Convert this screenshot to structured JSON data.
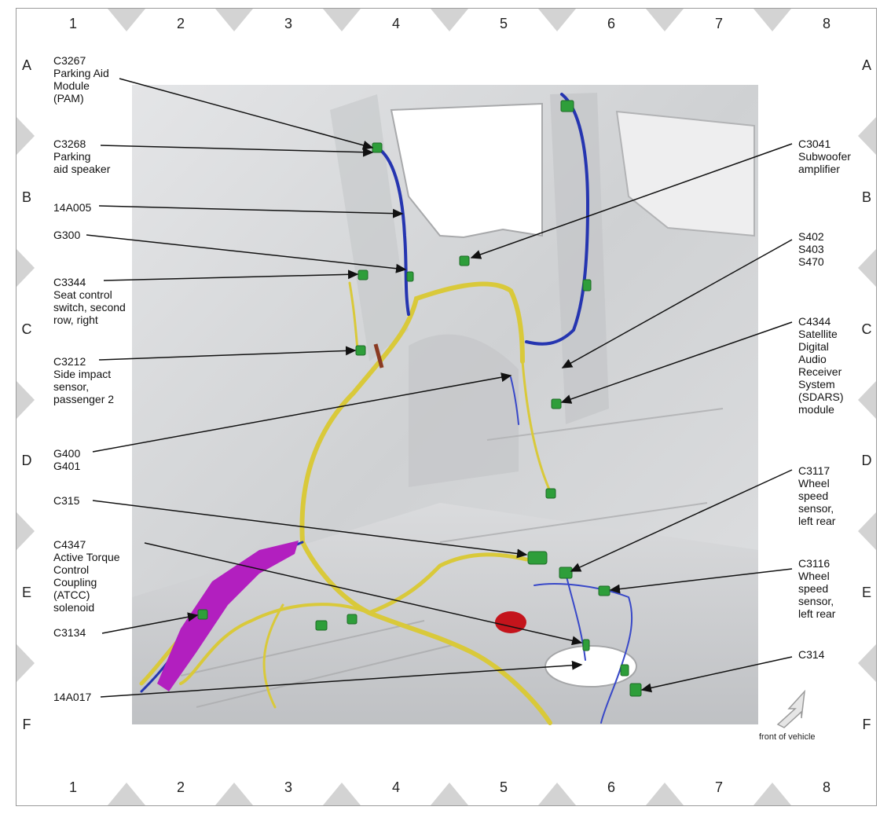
{
  "grid": {
    "columns": [
      "1",
      "2",
      "3",
      "4",
      "5",
      "6",
      "7",
      "8"
    ],
    "rows": [
      "A",
      "B",
      "C",
      "D",
      "E",
      "F"
    ]
  },
  "callouts": [
    {
      "id": "c3267",
      "lines": [
        "C3267",
        "Parking Aid",
        "Module",
        "(PAM)"
      ]
    },
    {
      "id": "c3268",
      "lines": [
        "C3268",
        "Parking",
        "aid speaker"
      ]
    },
    {
      "id": "a14a005",
      "lines": [
        "14A005"
      ]
    },
    {
      "id": "g300",
      "lines": [
        "G300"
      ]
    },
    {
      "id": "c3344",
      "lines": [
        "C3344",
        "Seat control",
        "switch, second",
        "row, right"
      ]
    },
    {
      "id": "c3212",
      "lines": [
        "C3212",
        "Side impact",
        "sensor,",
        "passenger 2"
      ]
    },
    {
      "id": "g400",
      "lines": [
        "G400",
        "G401"
      ]
    },
    {
      "id": "c315",
      "lines": [
        "C315"
      ]
    },
    {
      "id": "c4347",
      "lines": [
        "C4347",
        "Active Torque",
        "Control",
        "Coupling",
        "(ATCC)",
        "solenoid"
      ]
    },
    {
      "id": "c3134",
      "lines": [
        "C3134"
      ]
    },
    {
      "id": "a14a017",
      "lines": [
        "14A017"
      ]
    },
    {
      "id": "c3041",
      "lines": [
        "C3041",
        "Subwoofer",
        "amplifier"
      ]
    },
    {
      "id": "s402",
      "lines": [
        "S402",
        "S403",
        "S470"
      ]
    },
    {
      "id": "c4344",
      "lines": [
        "C4344",
        "Satellite",
        "Digital",
        "Audio",
        "Receiver",
        "System",
        "(SDARS)",
        "module"
      ]
    },
    {
      "id": "c3117",
      "lines": [
        "C3117",
        "Wheel",
        "speed",
        "sensor,",
        "left rear"
      ]
    },
    {
      "id": "c3116",
      "lines": [
        "C3116",
        "Wheel",
        "speed",
        "sensor,",
        "left rear"
      ]
    },
    {
      "id": "c314",
      "lines": [
        "C314"
      ]
    }
  ],
  "orientation_note": "front of vehicle",
  "colors": {
    "harness_yellow": "#d9c93a",
    "harness_blue": "#2535b0",
    "connector_green": "#2e9e3a",
    "solenoid_magenta": "#b21fbf",
    "speaker_red": "#c4141c",
    "body_gray": "#d6d8da"
  }
}
